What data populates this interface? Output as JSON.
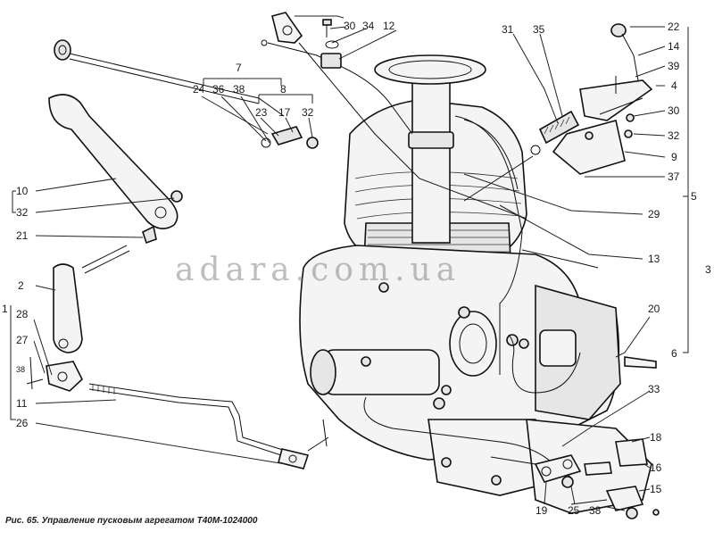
{
  "caption": "Рис. 65. Управление пусковым агрегатом Т40М-1024000",
  "watermark": "adara.com.ua",
  "labels": {
    "c30a": "30",
    "c34": "34",
    "c12": "12",
    "c31": "31",
    "c35": "35",
    "c22": "22",
    "c14": "14",
    "c39": "39",
    "c4": "4",
    "c30b": "30",
    "c32a": "32",
    "c9": "9",
    "c37": "37",
    "c5": "5",
    "c3": "3",
    "c7": "7",
    "c24": "24",
    "c36": "36",
    "c38a": "38",
    "c8": "8",
    "c23": "23",
    "c17": "17",
    "c32b": "32",
    "c10": "10",
    "c32c": "32",
    "c21": "21",
    "c2": "2",
    "c1": "1",
    "c28": "28",
    "c27": "27",
    "c38b": "38",
    "c11": "11",
    "c26": "26",
    "c29": "29",
    "c13": "13",
    "c20": "20",
    "c6": "6",
    "c33": "33",
    "c18": "18",
    "c16": "16",
    "c15": "15",
    "c19": "19",
    "c25": "25",
    "c38c": "38"
  }
}
